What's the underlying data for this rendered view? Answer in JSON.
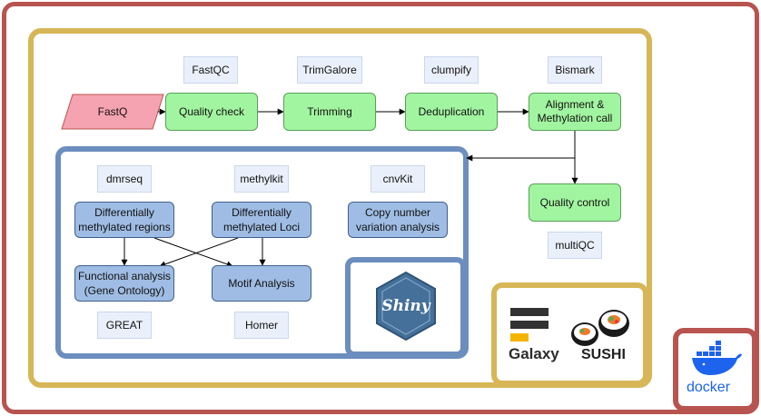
{
  "tools": {
    "fastqc": "FastQC",
    "trimgalore": "TrimGalore",
    "clumpify": "clumpify",
    "bismark": "Bismark",
    "multiqc": "multiQC",
    "dmrseq": "dmrseq",
    "methylkit": "methylkit",
    "cnvkit": "cnvKit",
    "great": "GREAT",
    "homer": "Homer"
  },
  "pipeline": {
    "fastq": "FastQ",
    "quality_check": "Quality check",
    "trimming": "Trimming",
    "deduplication": "Deduplication",
    "alignment_line1": "Alignment &",
    "alignment_line2": "Methylation call",
    "quality_control": "Quality control"
  },
  "analysis": {
    "dmr_line1": "Differentially",
    "dmr_line2": "methylated regions",
    "dml_line1": "Differentially",
    "dml_line2": "methylated Loci",
    "cnv_line1": "Copy number",
    "cnv_line2": "variation analysis",
    "functional_line1": "Functional analysis",
    "functional_line2": "(Gene Ontology)",
    "motif": "Motif Analysis"
  },
  "logos": {
    "shiny": "Shiny",
    "galaxy": "Galaxy",
    "sushi": "SUSHI",
    "docker": "docker"
  },
  "colors": {
    "outer_frame": "#b85450",
    "inner_frame": "#d6b656",
    "analysis_frame": "#6c8ebf",
    "pipeline_fill": "#a2f5a0",
    "analysis_fill": "#9fbde4",
    "tool_fill": "#eaf0fb",
    "fastq_fill": "#f5a3b0",
    "docker_blue": "#1d63ed",
    "shiny_blue": "#447099"
  }
}
